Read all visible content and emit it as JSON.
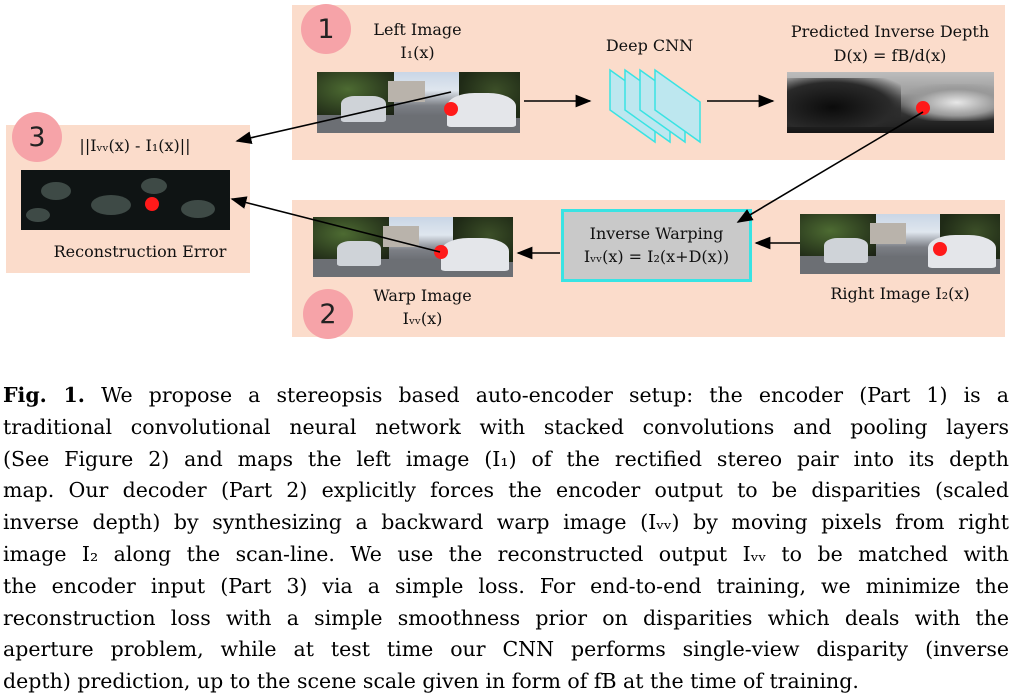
{
  "figure": {
    "part1": {
      "badge": "1",
      "left_image_title": "Left Image",
      "left_image_formula": "I₁(x)",
      "cnn_label": "Deep CNN",
      "depth_title": "Predicted Inverse Depth",
      "depth_formula": "D(x) = fB/d(x)"
    },
    "part2": {
      "badge": "2",
      "warp_title": "Warp Image",
      "warp_formula": "Iᵥᵥ(x)",
      "inverse_warping_title": "Inverse Warping",
      "inverse_warping_formula": "Iᵥᵥ(x) = I₂(x+D(x))",
      "right_image_label": "Right Image I₂(x)"
    },
    "part3": {
      "badge": "3",
      "loss_formula": "||Iᵥᵥ(x) - I₁(x)||",
      "error_label": "Reconstruction Error"
    },
    "colors": {
      "panel": "#fbdccb",
      "badge": "#f6a3a8",
      "cnn": "#39e3e3",
      "dot": "#ff1a1a"
    }
  },
  "caption": {
    "fig_label": "Fig. 1.",
    "lines": [
      "We propose a stereopsis based auto-encoder setup: the encoder (Part 1) is a",
      "traditional convolutional neural network with stacked convolutions and pooling layers",
      "(See Figure 2) and maps the left image (I₁) of the rectified stereo pair into its depth",
      "map. Our decoder (Part 2) explicitly forces the encoder output to be disparities (scaled",
      "inverse depth) by synthesizing a backward warp image (Iᵥᵥ) by moving pixels from right",
      "image I₂ along the scan-line. We use the reconstructed output Iᵥᵥ to be matched with",
      "the encoder input (Part 3) via a simple loss. For end-to-end training, we minimize the",
      "reconstruction loss with a simple smoothness prior on disparities which deals with the",
      "aperture problem, while at test time our CNN performs single-view disparity (inverse",
      "depth) prediction, up to the scene scale given in form of fB at the time of training."
    ]
  }
}
